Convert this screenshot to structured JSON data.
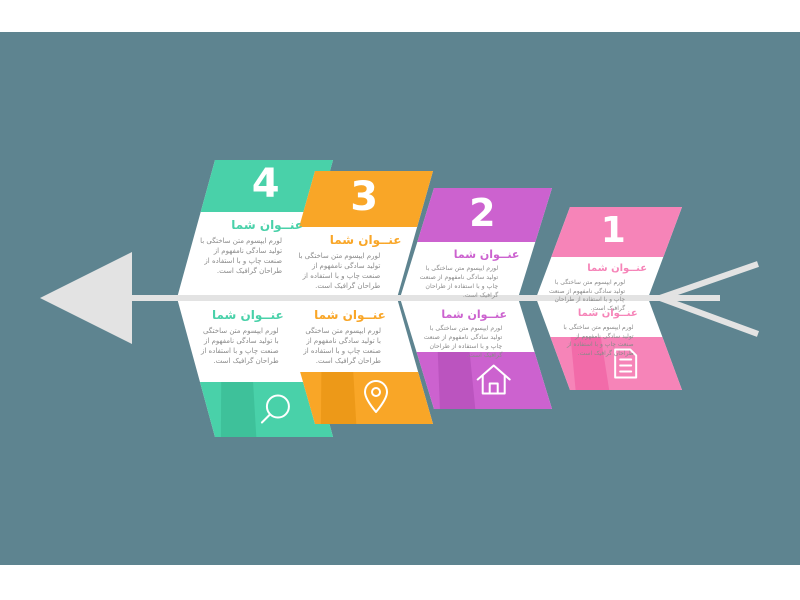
{
  "steps": [
    {
      "number": "4",
      "color": "#49d1a9",
      "dark": "#34b58e",
      "icon": "search-icon",
      "top_title": "عنــوان شما",
      "top_text": "لورم ایپسوم متن ساختگی با تولید سادگی نامفهوم از صنعت چاپ و با استفاده از طراحان گرافیک است.",
      "bottom_title": "عنــوان شما",
      "bottom_text": "لورم ایپسوم متن ساختگی با تولید سادگی نامفهوم از صنعت چاپ و با استفاده از طراحان گرافیک است."
    },
    {
      "number": "3",
      "color": "#f9a627",
      "dark": "#e38e0c",
      "icon": "location-pin-icon",
      "top_title": "عنــوان شما",
      "top_text": "لورم ایپسوم متن ساختگی با تولید سادگی نامفهوم از صنعت چاپ و با استفاده از طراحان گرافیک است.",
      "bottom_title": "عنــوان شما",
      "bottom_text": "لورم ایپسوم متن ساختگی با تولید سادگی نامفهوم از صنعت چاپ و با استفاده از طراحان گرافیک است."
    },
    {
      "number": "2",
      "color": "#cc62cf",
      "dark": "#ad48b3",
      "icon": "home-icon",
      "top_title": "عنــوان شما",
      "top_text": "لورم ایپسوم متن ساختگی با تولید سادگی نامفهوم از صنعت چاپ و با استفاده از طراحان گرافیک است.",
      "bottom_title": "عنــوان شما",
      "bottom_text": "لورم ایپسوم متن ساختگی با تولید سادگی نامفهوم از صنعت چاپ و با استفاده از طراحان گرافیک است."
    },
    {
      "number": "1",
      "color": "#f684b8",
      "dark": "#ee579c",
      "icon": "document-icon",
      "top_title": "عنــوان شما",
      "top_text": "لورم ایپسوم متن ساختگی با تولید سادگی نامفهوم از صنعت چاپ و با استفاده از طراحان گرافیک است.",
      "bottom_title": "عنــوان شما",
      "bottom_text": "لورم ایپسوم متن ساختگی با تولید سادگی نامفهوم از صنعت چاپ و با استفاده از طراحان گرافیک است."
    }
  ],
  "colors": {
    "background": "#5e8490",
    "spine": "#e3e3e3",
    "card": "#ffffff"
  }
}
